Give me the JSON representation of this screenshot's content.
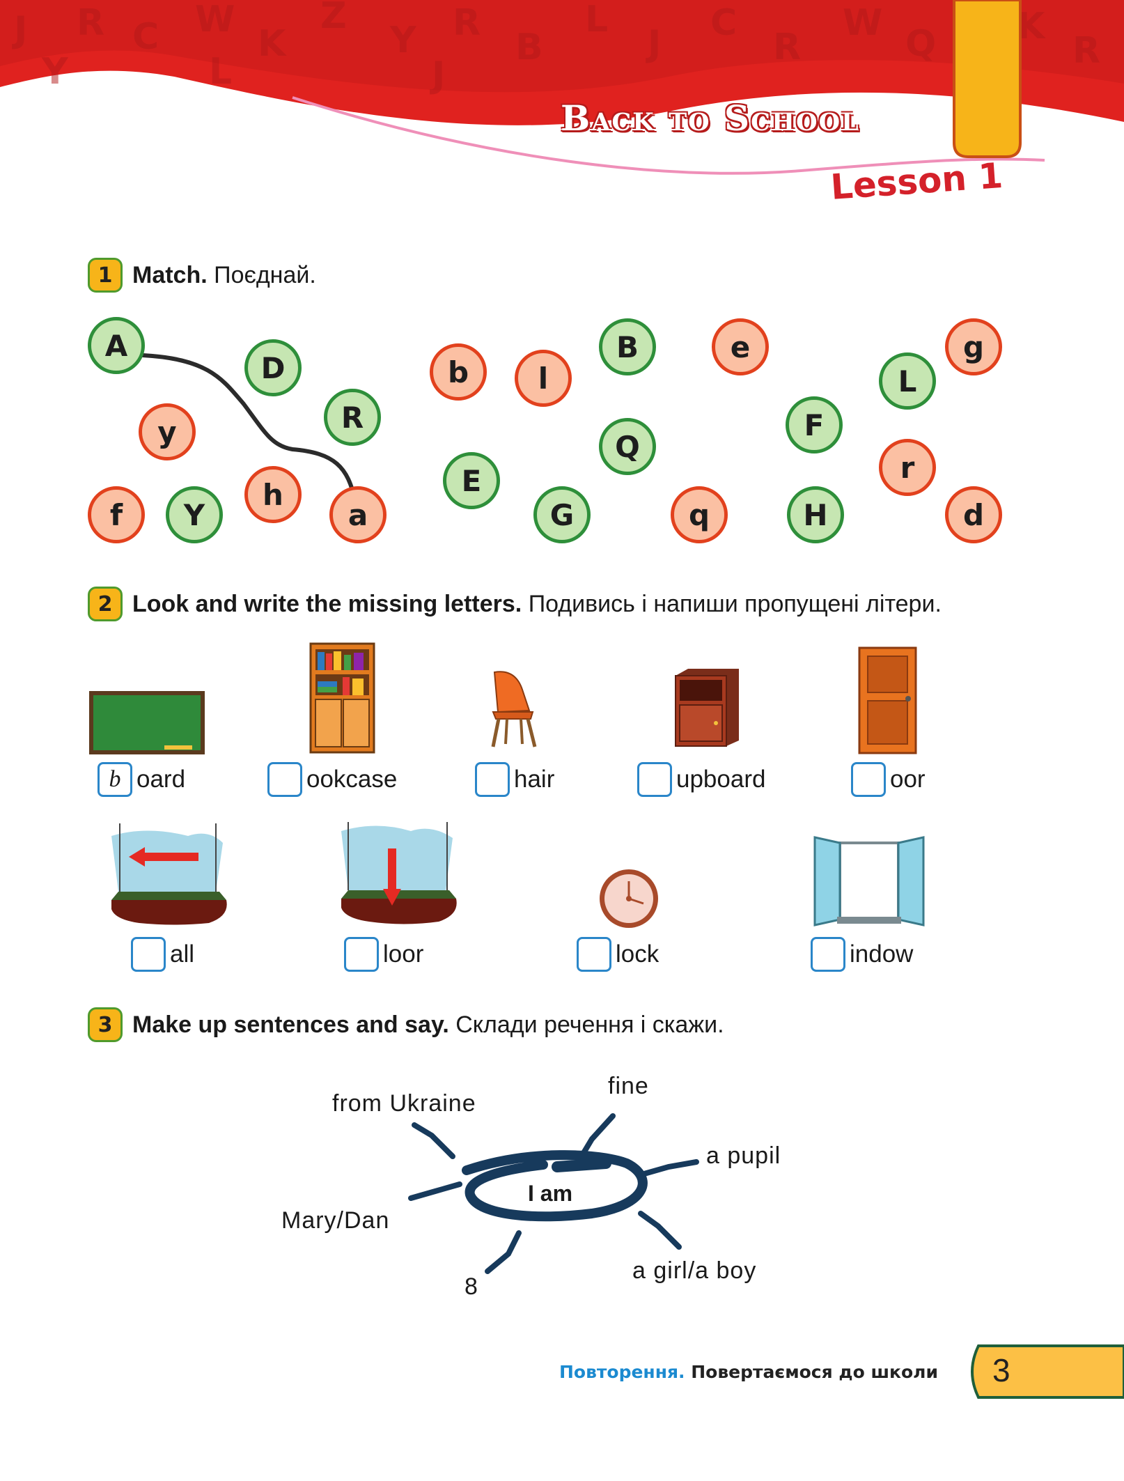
{
  "header": {
    "unit_title": "Back to School",
    "lesson_title": "Lesson 1"
  },
  "task1": {
    "number": "1",
    "instruction": "Match.",
    "translation": "Поєднай.",
    "letters": {
      "A": "A",
      "D": "D",
      "R": "R",
      "y": "y",
      "f": "f",
      "Y": "Y",
      "h": "h",
      "a": "a",
      "b": "b",
      "l": "l",
      "B": "B",
      "e": "e",
      "Q": "Q",
      "E": "E",
      "G": "G",
      "q": "q",
      "L": "L",
      "g": "g",
      "F": "F",
      "r": "r",
      "H": "H",
      "d": "d"
    }
  },
  "task2": {
    "number": "2",
    "instruction": "Look and write the missing letters.",
    "translation": "Подивись і напиши пропущені літери.",
    "items": [
      {
        "filled": "b",
        "rest": "oard",
        "icon": "blackboard-icon"
      },
      {
        "filled": "",
        "rest": "ookcase",
        "icon": "bookcase-icon"
      },
      {
        "filled": "",
        "rest": "hair",
        "icon": "chair-icon"
      },
      {
        "filled": "",
        "rest": "upboard",
        "icon": "cupboard-icon"
      },
      {
        "filled": "",
        "rest": "oor",
        "icon": "door-icon"
      },
      {
        "filled": "",
        "rest": "all",
        "icon": "wall-icon"
      },
      {
        "filled": "",
        "rest": "loor",
        "icon": "floor-icon"
      },
      {
        "filled": "",
        "rest": "lock",
        "icon": "clock-icon"
      },
      {
        "filled": "",
        "rest": "indow",
        "icon": "window-icon"
      }
    ]
  },
  "task3": {
    "number": "3",
    "instruction": "Make up sentences and say.",
    "translation": "Склади речення і скажи.",
    "center": "I am",
    "words": {
      "from_ukraine": "from Ukraine",
      "fine": "fine",
      "a_pupil": "a pupil",
      "mary_dan": "Mary/Dan",
      "eight": "8",
      "girl_boy": "a girl/a boy"
    }
  },
  "footer": {
    "section": "Повторення.",
    "subtitle": "Повертаємося до школи",
    "page": "3"
  },
  "colors": {
    "header_red": "#e0221f",
    "tab_orange": "#f7b419",
    "cap_circle": "#c6e6b2",
    "low_circle": "#fbc0a3",
    "box_blue": "#2a86c9",
    "footer_blue": "#1b8ad0"
  }
}
